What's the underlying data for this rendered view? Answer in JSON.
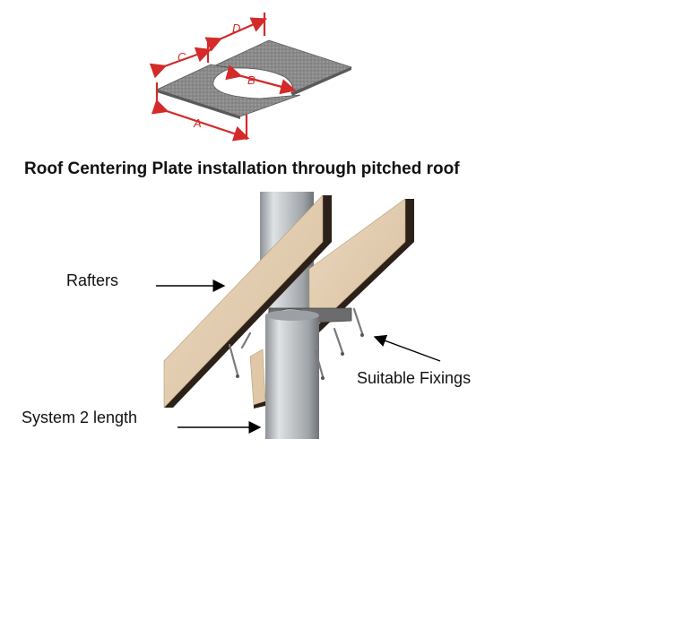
{
  "title": "Roof Centering Plate installation through pitched roof",
  "dimensions": {
    "a": "A",
    "b": "B",
    "c": "C",
    "d": "D"
  },
  "labels": {
    "rafters": "Rafters",
    "fixings": "Suitable Fixings",
    "pipe": "System 2 length"
  },
  "colors": {
    "dimension": "#d42a2a",
    "plate": "#8c8c8c",
    "wood": "#e3cdb1",
    "pipe": "#b8bcc0"
  }
}
